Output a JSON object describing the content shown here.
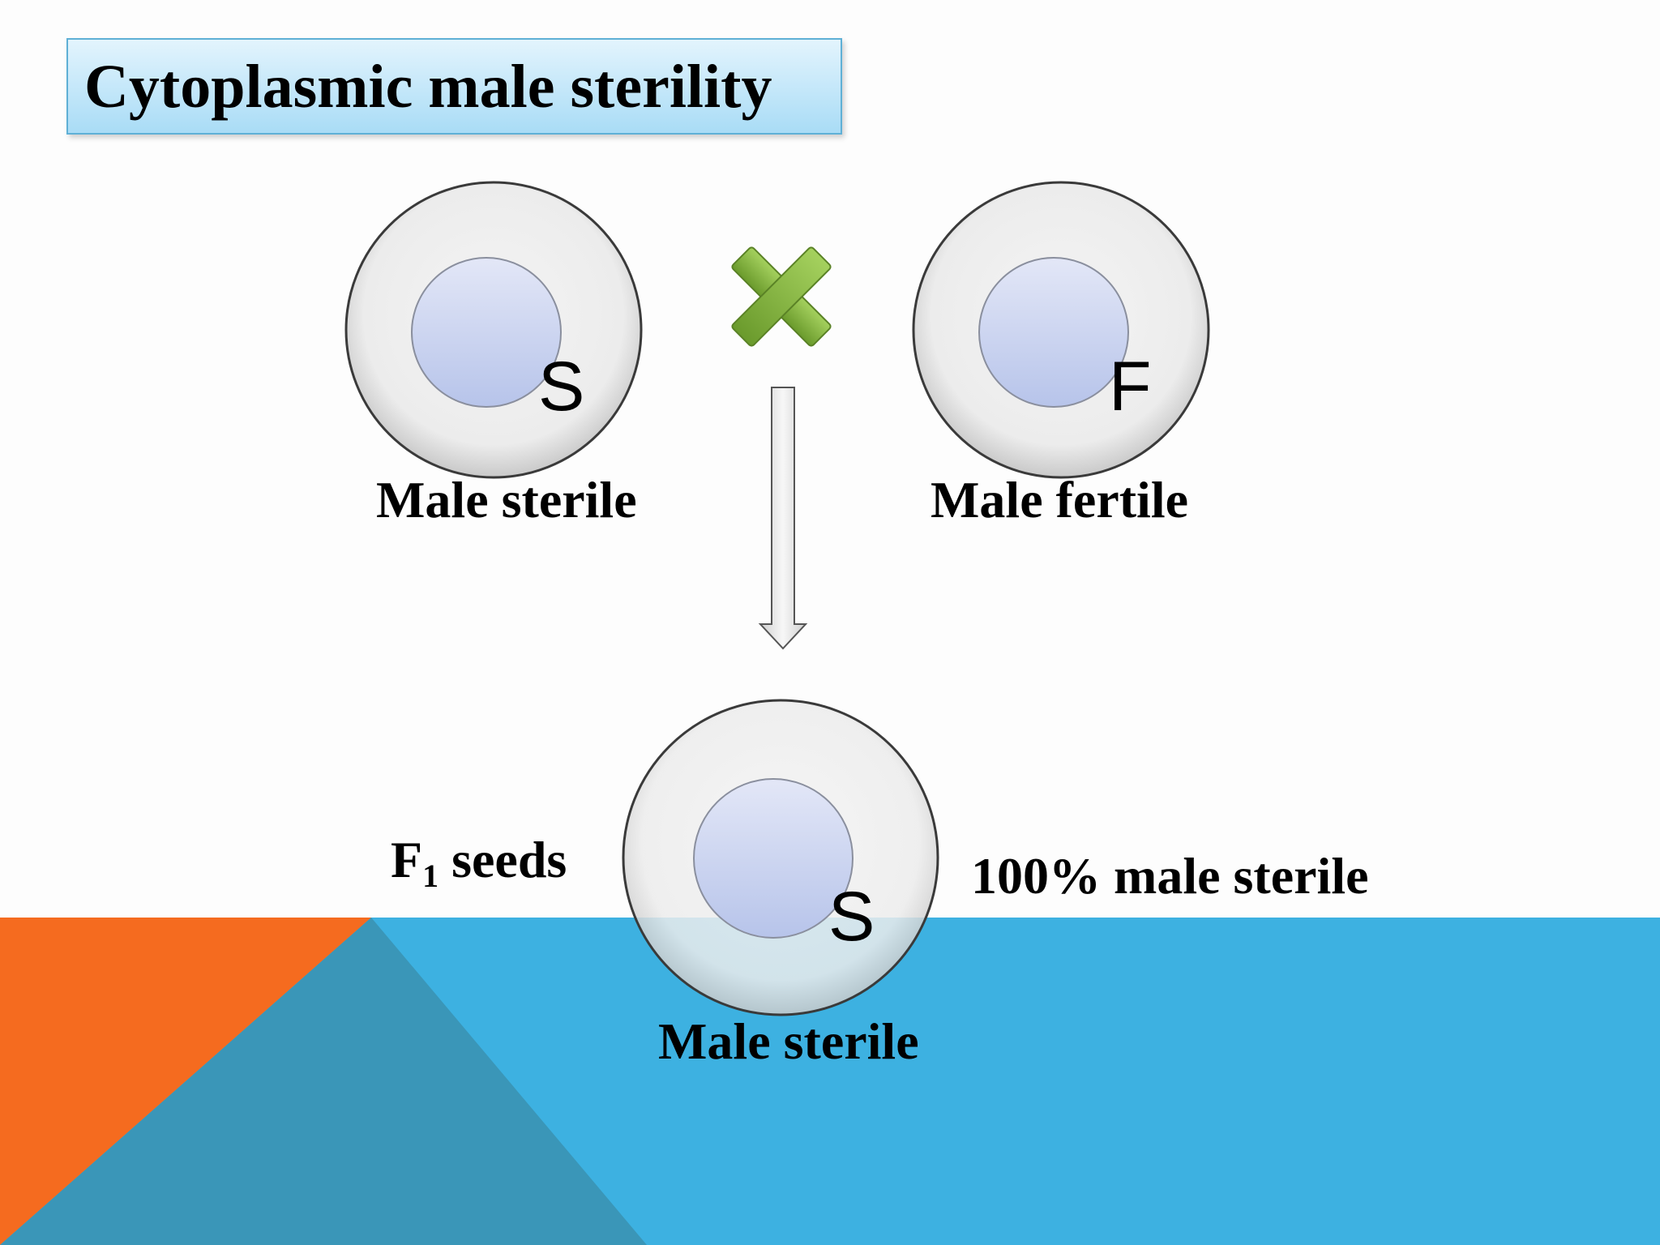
{
  "title": "Cytoplasmic male sterility",
  "parents": [
    {
      "genotype": "S",
      "label": "Male sterile"
    },
    {
      "genotype": "F",
      "label": "Male fertile"
    }
  ],
  "cross_symbol": "cross-icon",
  "offspring": {
    "genotype": "S",
    "label": "Male sterile",
    "f1_prefix": "F",
    "f1_subscript": "1",
    "f1_suffix": " seeds",
    "result": "100% male sterile"
  },
  "colors": {
    "title_fill": "#a9dcf6",
    "orange": "#f56b1f",
    "blue": "#3db1e1",
    "dark_blue": "#3a96b8",
    "nucleus": "#c6d1ee",
    "cross_green": "#7ab03a"
  }
}
